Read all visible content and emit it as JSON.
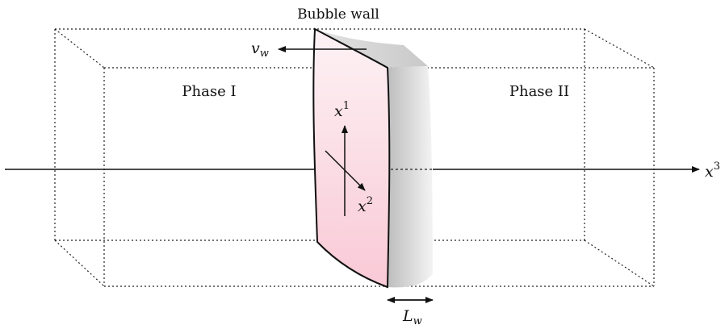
{
  "labels": {
    "bubble_wall": "Bubble wall",
    "phase_1": "Phase I",
    "phase_2": "Phase II",
    "velocity_base": "v",
    "velocity_sub": "w",
    "axis_x1_base": "x",
    "axis_x1_sup": "1",
    "axis_x2_base": "x",
    "axis_x2_sup": "2",
    "axis_x3_base": "x",
    "axis_x3_sup": "3",
    "thickness_base": "L",
    "thickness_sub": "w"
  },
  "colors": {
    "wall_front_top": "#fdf2f5",
    "wall_front_bottom": "#f9c9d6",
    "wall_side_dark": "#bdbdbd",
    "wall_side_light": "#f4f4f4",
    "outline": "#111111",
    "box_dotted": "#222222"
  }
}
